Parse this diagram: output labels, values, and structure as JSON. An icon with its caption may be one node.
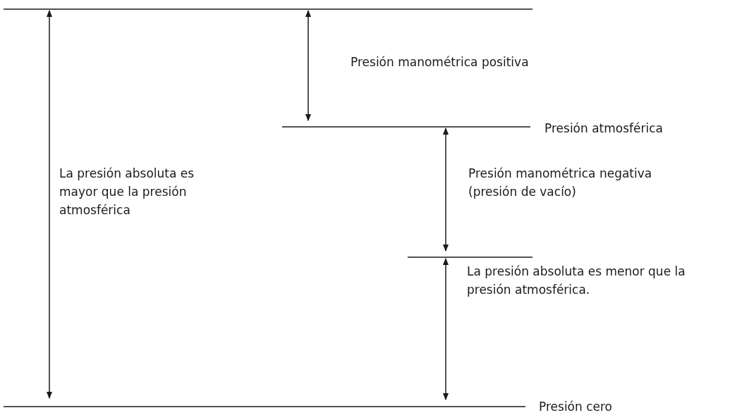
{
  "diagram": {
    "labels": [
      "Presión manométrica positiva",
      "Presión atmosférica",
      "La presión absoluta es mayor que la presión atmosférica",
      "Presión manométrica negativa (presión de vacío)",
      "La presión absoluta es menor que la presión atmosférica.",
      "Presión cero"
    ]
  }
}
